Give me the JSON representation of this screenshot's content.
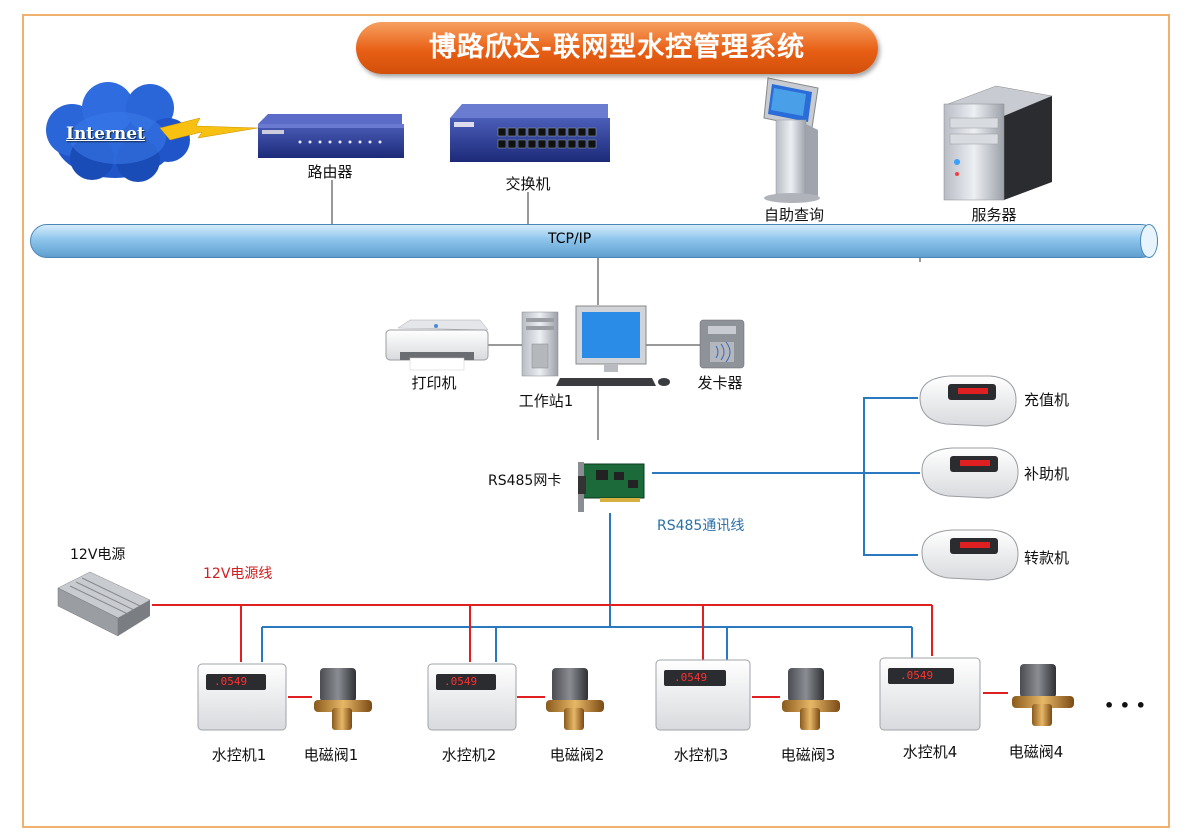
{
  "title": "博路欣达-联网型水控管理系统",
  "network": {
    "internet": "Internet",
    "router": "路由器",
    "switch": "交换机",
    "kiosk": "自助查询",
    "server": "服务器",
    "bus": "TCP/IP"
  },
  "workstation": {
    "printer": "打印机",
    "pc": "工作站1",
    "card_issuer": "发卡器",
    "rs485_card": "RS485网卡"
  },
  "terminals": {
    "recharge": "充值机",
    "subsidy": "补助机",
    "transfer": "转款机"
  },
  "lines": {
    "rs485": "RS485通讯线",
    "power_line": "12V电源线",
    "power_supply": "12V电源"
  },
  "units": [
    {
      "controller": "水控机1",
      "valve": "电磁阀1"
    },
    {
      "controller": "水控机2",
      "valve": "电磁阀2"
    },
    {
      "controller": "水控机3",
      "valve": "电磁阀3"
    },
    {
      "controller": "水控机4",
      "valve": "电磁阀4"
    }
  ],
  "controller_display": ".0549",
  "ellipsis": "• • •",
  "colors": {
    "title_bg": "#e8661c",
    "bus": "#8dc5ec",
    "rs485_line": "#2a78c0",
    "power_line": "#e02020"
  }
}
